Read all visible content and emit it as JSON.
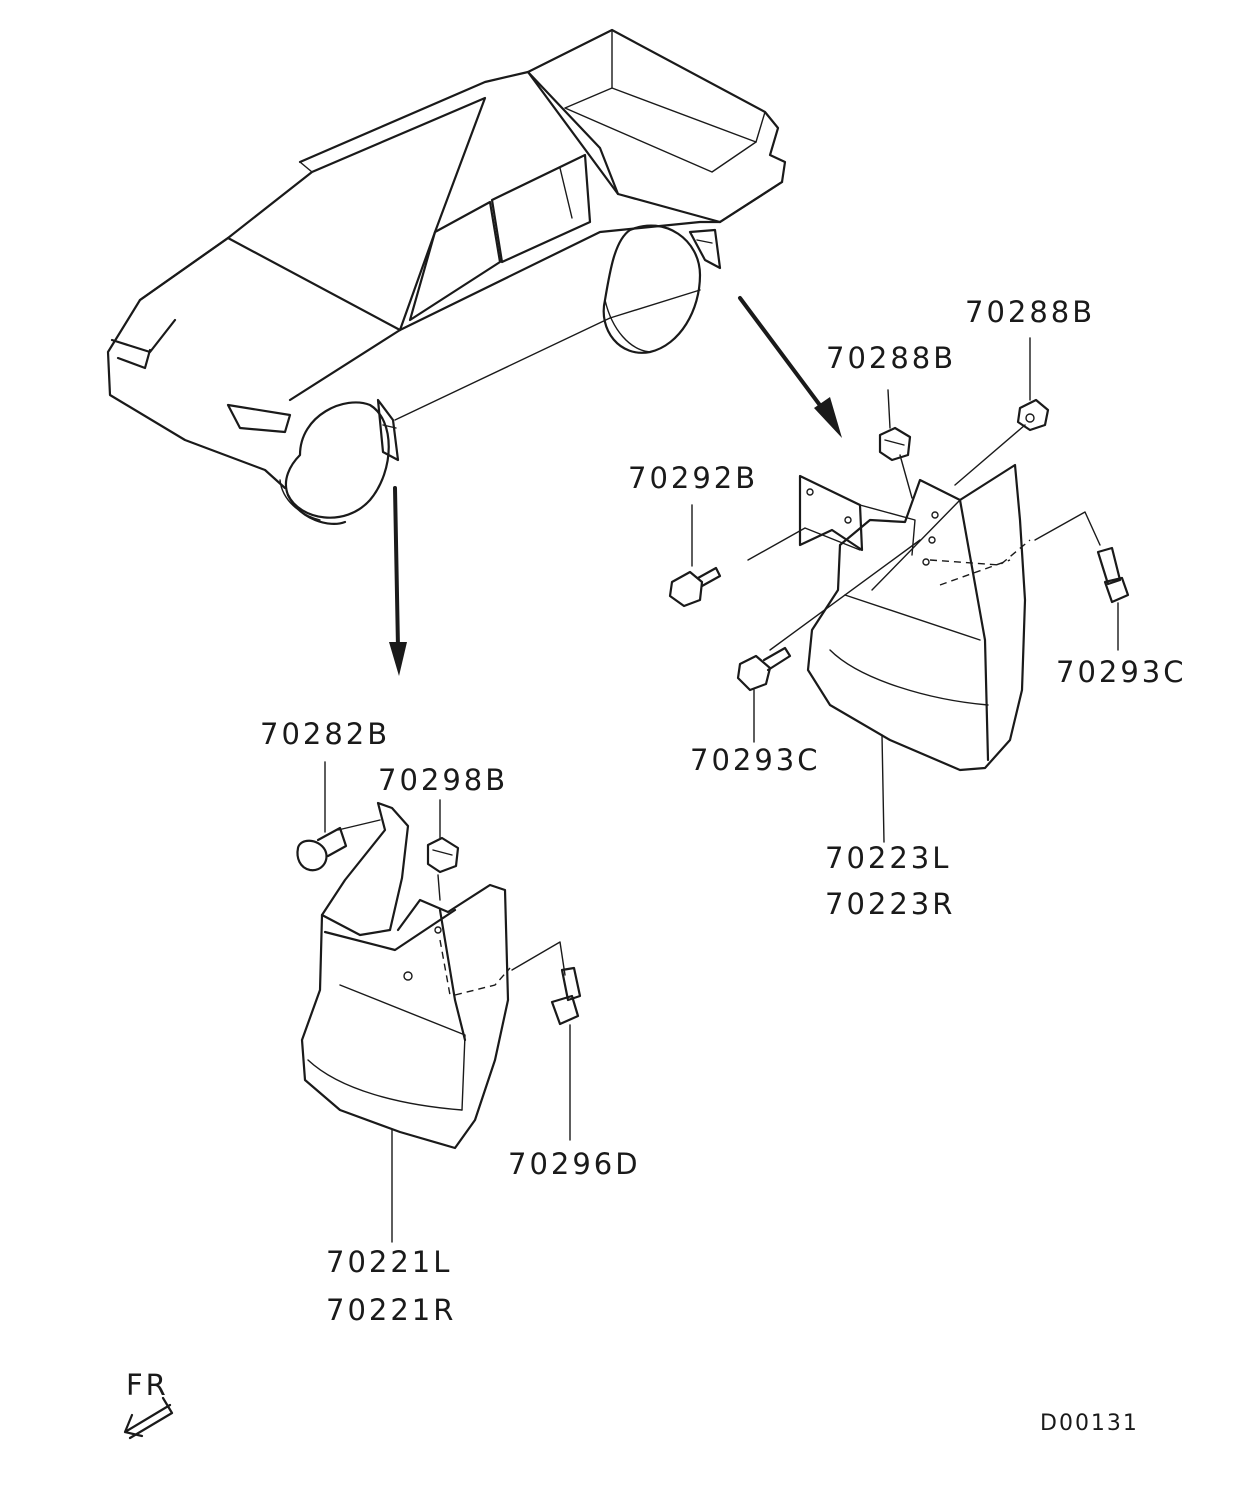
{
  "labels": {
    "p70288B_top": "70288B",
    "p70288B_mid": "70288B",
    "p70292B": "70292B",
    "p70293C_right": "70293C",
    "p70293C_left": "70293C",
    "p70223L": "70223L",
    "p70223R": "70223R",
    "p70282B": "70282B",
    "p70298B": "70298B",
    "p70296D": "70296D",
    "p70221L": "70221L",
    "p70221R": "70221R",
    "front_marker": "FR",
    "diagram_code": "D00131"
  },
  "colors": {
    "ink": "#1a1a1a",
    "background": "#ffffff"
  }
}
